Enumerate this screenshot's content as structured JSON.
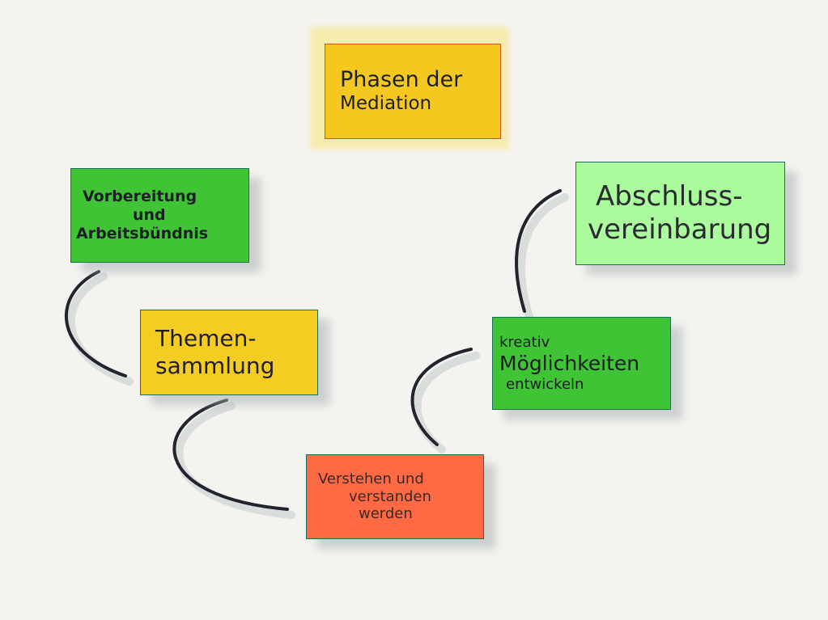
{
  "title": {
    "line1": "Phasen der",
    "line2": "Mediation",
    "color": "#f5c81f"
  },
  "phases": [
    {
      "lines": [
        "Vorbereitung",
        "und",
        "Arbeitsbündnis"
      ],
      "color": "#3fc435"
    },
    {
      "lines": [
        "Themen-",
        "sammlung"
      ],
      "color": "#f5cc22"
    },
    {
      "lines": [
        "Verstehen und",
        "verstanden",
        "werden"
      ],
      "color": "#ff6a45"
    },
    {
      "lines": [
        "kreativ",
        "Möglichkeiten",
        "entwickeln"
      ],
      "color": "#3fc435"
    },
    {
      "lines": [
        "Abschluss-",
        "vereinbarung"
      ],
      "color": "#a9fb9b"
    }
  ]
}
